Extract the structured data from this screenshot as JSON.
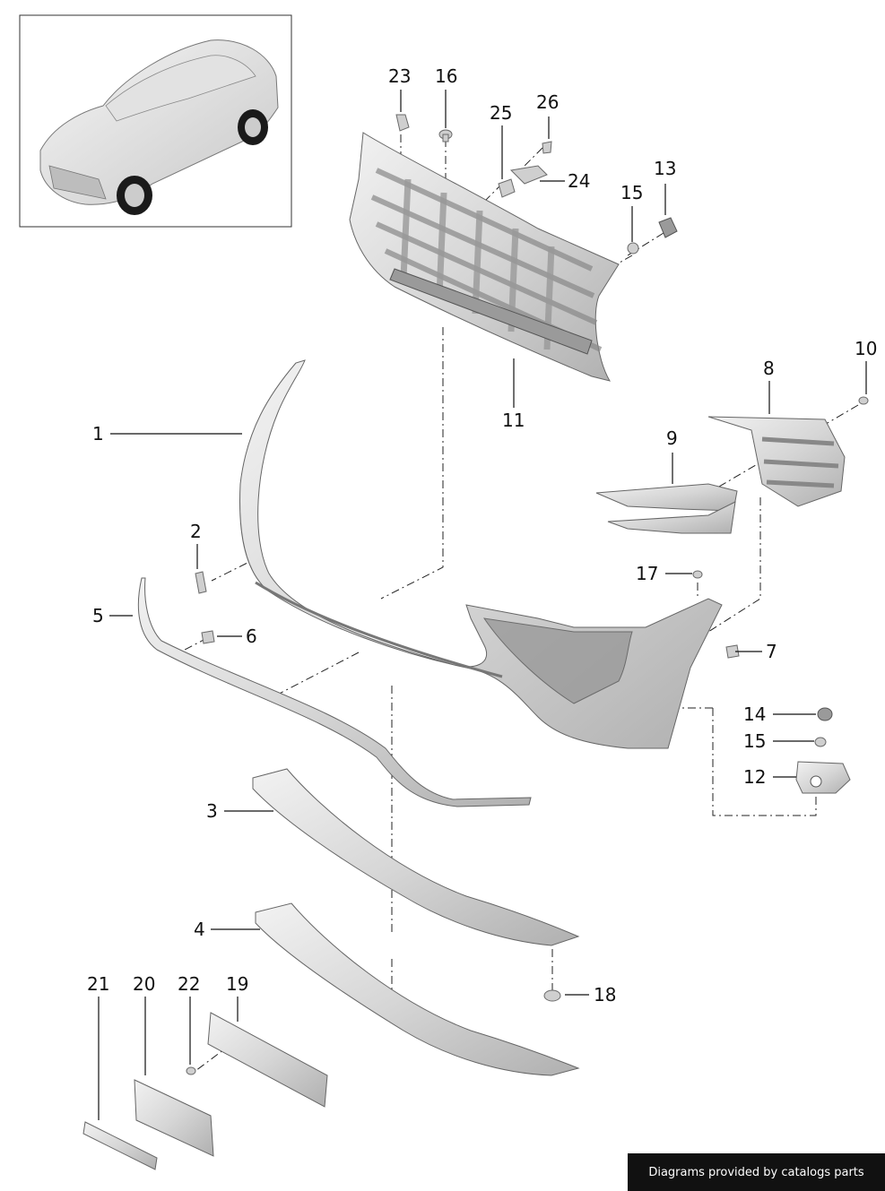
{
  "callouts": [
    {
      "num": "1"
    },
    {
      "num": "2"
    },
    {
      "num": "3"
    },
    {
      "num": "4"
    },
    {
      "num": "5"
    },
    {
      "num": "6"
    },
    {
      "num": "7"
    },
    {
      "num": "8"
    },
    {
      "num": "9"
    },
    {
      "num": "10"
    },
    {
      "num": "11"
    },
    {
      "num": "12"
    },
    {
      "num": "13"
    },
    {
      "num": "14"
    },
    {
      "num": "15"
    },
    {
      "num": "15"
    },
    {
      "num": "16"
    },
    {
      "num": "17"
    },
    {
      "num": "18"
    },
    {
      "num": "19"
    },
    {
      "num": "20"
    },
    {
      "num": "21"
    },
    {
      "num": "22"
    },
    {
      "num": "23"
    },
    {
      "num": "24"
    },
    {
      "num": "25"
    },
    {
      "num": "26"
    }
  ],
  "footer": {
    "text": "Diagrams provided by catalogs parts"
  }
}
